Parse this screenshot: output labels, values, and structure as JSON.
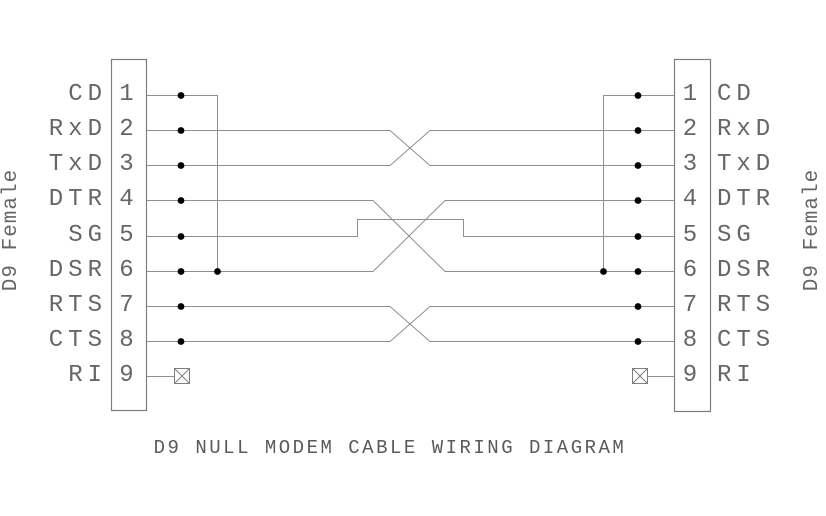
{
  "title": "D9 NULL MODEM CABLE WIRING DIAGRAM",
  "left_connector": {
    "side_label": "D9 Female",
    "pins": [
      {
        "number": "1",
        "signal": "CD"
      },
      {
        "number": "2",
        "signal": "RxD"
      },
      {
        "number": "3",
        "signal": "TxD"
      },
      {
        "number": "4",
        "signal": "DTR"
      },
      {
        "number": "5",
        "signal": "SG"
      },
      {
        "number": "6",
        "signal": "DSR"
      },
      {
        "number": "7",
        "signal": "RTS"
      },
      {
        "number": "8",
        "signal": "CTS"
      },
      {
        "number": "9",
        "signal": "RI"
      }
    ]
  },
  "right_connector": {
    "side_label": "D9 Female",
    "pins": [
      {
        "number": "1",
        "signal": "CD"
      },
      {
        "number": "2",
        "signal": "RxD"
      },
      {
        "number": "3",
        "signal": "TxD"
      },
      {
        "number": "4",
        "signal": "DTR"
      },
      {
        "number": "5",
        "signal": "SG"
      },
      {
        "number": "6",
        "signal": "DSR"
      },
      {
        "number": "7",
        "signal": "RTS"
      },
      {
        "number": "8",
        "signal": "CTS"
      },
      {
        "number": "9",
        "signal": "RI"
      }
    ]
  },
  "connections": [
    {
      "from": "left pin 1 CD",
      "to": "left pin 6 DSR",
      "type": "local jumper"
    },
    {
      "from": "right pin 1 CD",
      "to": "right pin 6 DSR",
      "type": "local jumper"
    },
    {
      "from": "left pin 2 RxD",
      "to": "right pin 3 TxD",
      "type": "crossed"
    },
    {
      "from": "left pin 3 TxD",
      "to": "right pin 2 RxD",
      "type": "crossed"
    },
    {
      "from": "left pin 4 DTR",
      "to": "right pin 6 DSR",
      "type": "crossed"
    },
    {
      "from": "left pin 6 DSR",
      "to": "right pin 4 DTR",
      "type": "crossed"
    },
    {
      "from": "left pin 5 SG",
      "to": "right pin 5 SG",
      "type": "straight"
    },
    {
      "from": "left pin 7 RTS",
      "to": "right pin 8 CTS",
      "type": "crossed"
    },
    {
      "from": "left pin 8 CTS",
      "to": "right pin 7 RTS",
      "type": "crossed"
    },
    {
      "from": "left pin 9 RI",
      "to": "none",
      "type": "no connection"
    },
    {
      "from": "right pin 9 RI",
      "to": "none",
      "type": "no connection"
    }
  ],
  "colors": {
    "wire": "#8f8f8f",
    "connector_outline": "#7d7d7d",
    "junction_dot": "#000000",
    "text": "#666666",
    "background": "#ffffff"
  }
}
